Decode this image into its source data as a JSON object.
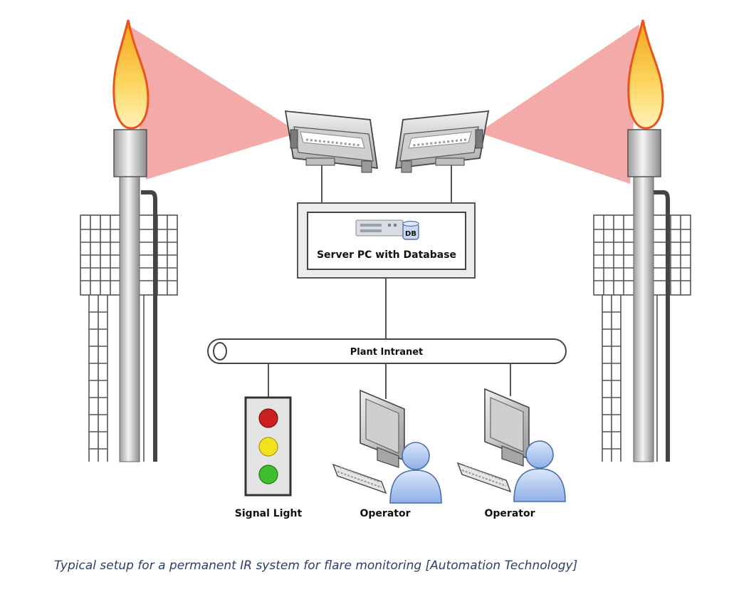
{
  "diagram": {
    "server_label": "Server PC with Database",
    "db_badge": "DB",
    "network_label": "Plant Intranet",
    "signal_label": "Signal Light",
    "operators": [
      "Operator",
      "Operator"
    ],
    "caption": "Typical setup for a permanent IR system for flare monitoring [Automation Technology]"
  },
  "colors": {
    "ir_beam": "#f3aaa8",
    "flame_outer": "#e8541c",
    "flame_inner": "#fbd35a",
    "signal_red": "#cc1f1f",
    "signal_yellow": "#f2e21e",
    "signal_green": "#3fbf2f",
    "user_blue": "#a9c4ee"
  },
  "icons": [
    "flame-icon",
    "ir-camera-icon",
    "server-icon",
    "database-icon",
    "traffic-light-icon",
    "computer-monitor-icon",
    "keyboard-icon",
    "user-icon"
  ]
}
